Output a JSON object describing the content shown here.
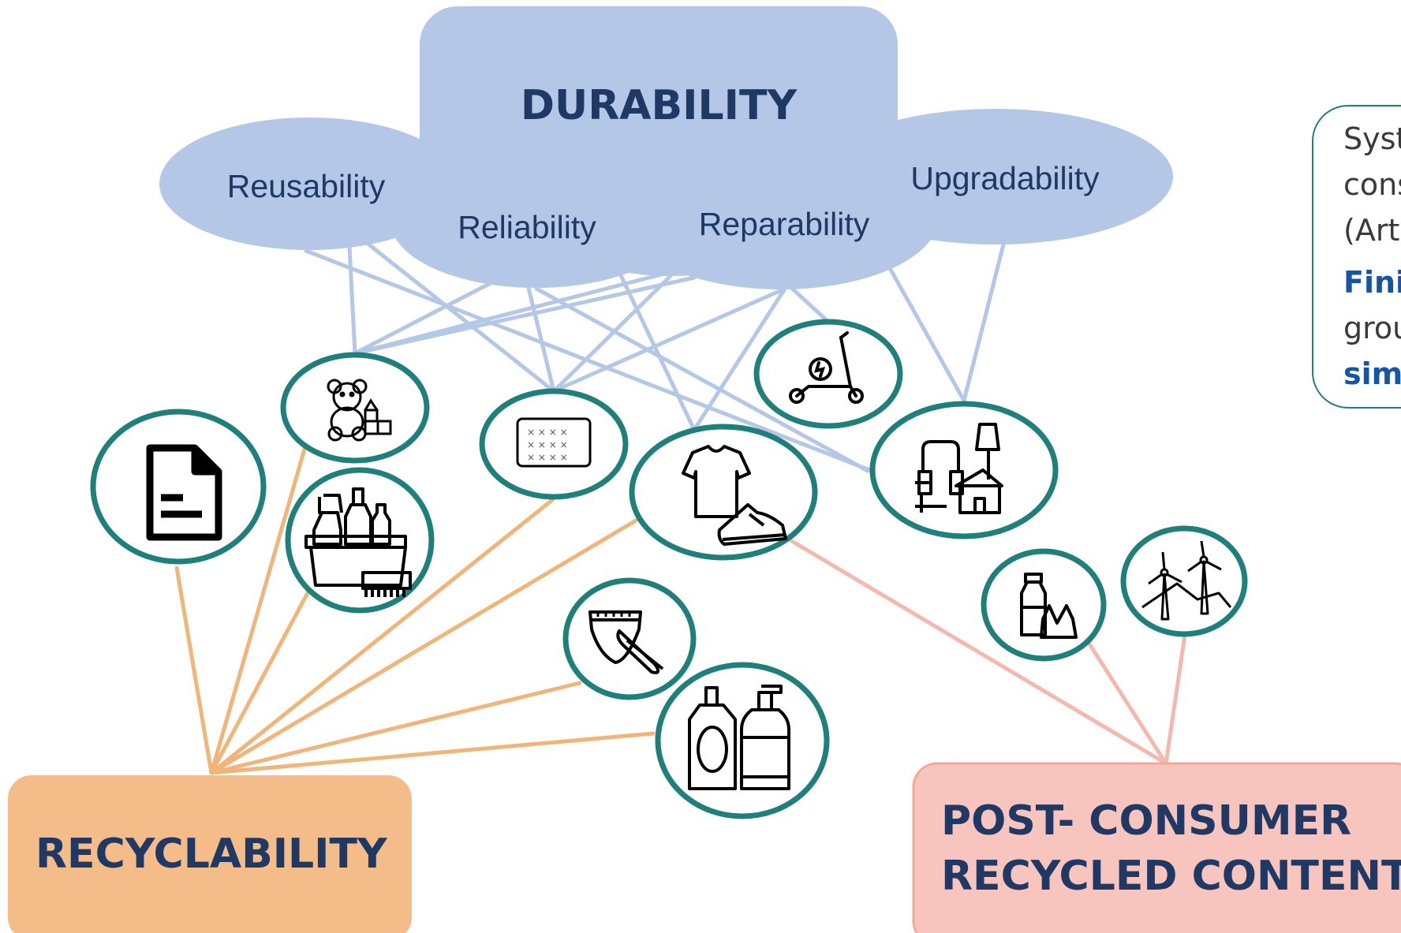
{
  "colors": {
    "durability_fill": "#b4c7e7",
    "durability_text": "#1f3864",
    "recyclability_fill": "#f4bc88",
    "recycled_content_fill": "#f7c5bd",
    "recycled_content_border": "#f1a99c",
    "ring": "#1f7f7b",
    "line_durability": "#b4c7e7",
    "line_recyclability": "#f1b57a",
    "line_recycled": "#f4b8ae",
    "heading_text": "#1f3864",
    "note_highlight": "#1455a4"
  },
  "durability": {
    "title": "DURABILITY",
    "sub_properties": [
      "Reusability",
      "Reliability",
      "Reparability",
      "Upgradability"
    ]
  },
  "recyclability": {
    "title": "RECYCLABILITY"
  },
  "recycled_content": {
    "title_line1": "POST- CONSUMER",
    "title_line2": "RECYCLED CONTENT"
  },
  "products": [
    {
      "id": "document",
      "icon": "document-icon"
    },
    {
      "id": "toys",
      "icon": "teddy-bear-toys-icon"
    },
    {
      "id": "detergents",
      "icon": "cleaning-products-basket-icon"
    },
    {
      "id": "mattress",
      "icon": "mattress-icon"
    },
    {
      "id": "textiles",
      "icon": "tshirt-shoe-icon"
    },
    {
      "id": "scooter",
      "icon": "electric-scooter-icon"
    },
    {
      "id": "furniture",
      "icon": "furniture-icon"
    },
    {
      "id": "hygiene",
      "icon": "diaper-absorbent-hygiene-icon"
    },
    {
      "id": "cosmetics",
      "icon": "cosmetic-bottles-icon"
    },
    {
      "id": "packaging",
      "icon": "plastic-bottle-bag-icon"
    },
    {
      "id": "wind",
      "icon": "wind-turbines-icon"
    }
  ],
  "side_note": {
    "line1": "Syst",
    "line2": "cons",
    "line3": "(Art",
    "line4_bold": "Fini",
    "line5": "grou",
    "line6_bold": "sim"
  }
}
